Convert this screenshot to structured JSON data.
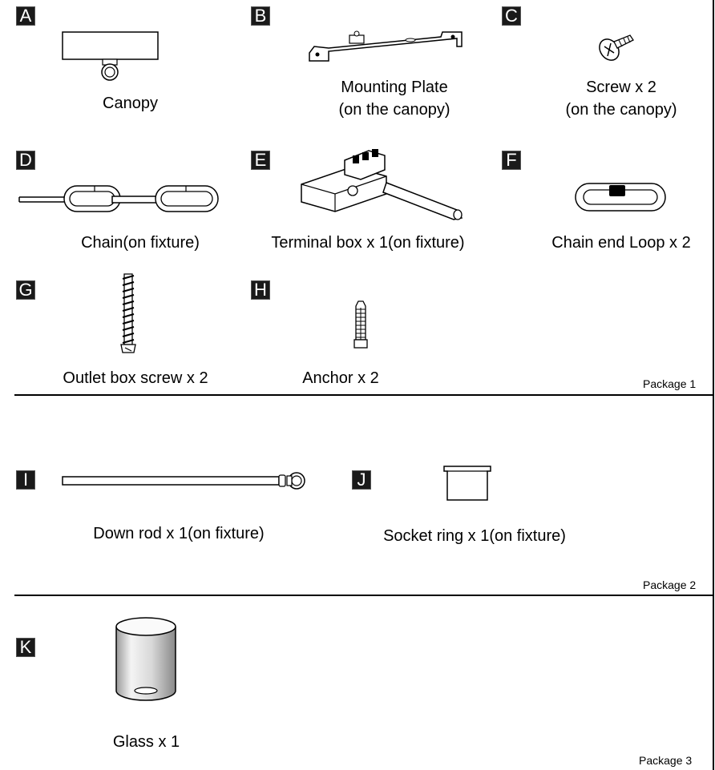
{
  "sections": [
    {
      "package_label": "Package 1",
      "parts": [
        {
          "letter": "A",
          "lines": [
            "Canopy"
          ],
          "icon": "canopy-icon"
        },
        {
          "letter": "B",
          "lines": [
            "Mounting Plate",
            "(on the canopy)"
          ],
          "icon": "mounting-plate-icon"
        },
        {
          "letter": "C",
          "lines": [
            "Screw x 2",
            "(on the canopy)"
          ],
          "icon": "screw-icon"
        },
        {
          "letter": "D",
          "lines": [
            "Chain(on fixture)"
          ],
          "icon": "chain-icon"
        },
        {
          "letter": "E",
          "lines": [
            "Terminal box x 1(on fixture)"
          ],
          "icon": "terminal-box-icon"
        },
        {
          "letter": "F",
          "lines": [
            "Chain end Loop x 2"
          ],
          "icon": "chain-loop-icon"
        },
        {
          "letter": "G",
          "lines": [
            "Outlet box screw x 2"
          ],
          "icon": "outlet-box-screw-icon"
        },
        {
          "letter": "H",
          "lines": [
            "Anchor x 2"
          ],
          "icon": "anchor-icon"
        }
      ]
    },
    {
      "package_label": "Package 2",
      "parts": [
        {
          "letter": "I",
          "lines": [
            "Down rod x 1(on fixture)"
          ],
          "icon": "down-rod-icon"
        },
        {
          "letter": "J",
          "lines": [
            "Socket ring  x 1(on fixture)"
          ],
          "icon": "socket-ring-icon"
        }
      ]
    },
    {
      "package_label": "Package 3",
      "parts": [
        {
          "letter": "K",
          "lines": [
            "Glass  x 1"
          ],
          "icon": "glass-icon"
        }
      ]
    }
  ]
}
